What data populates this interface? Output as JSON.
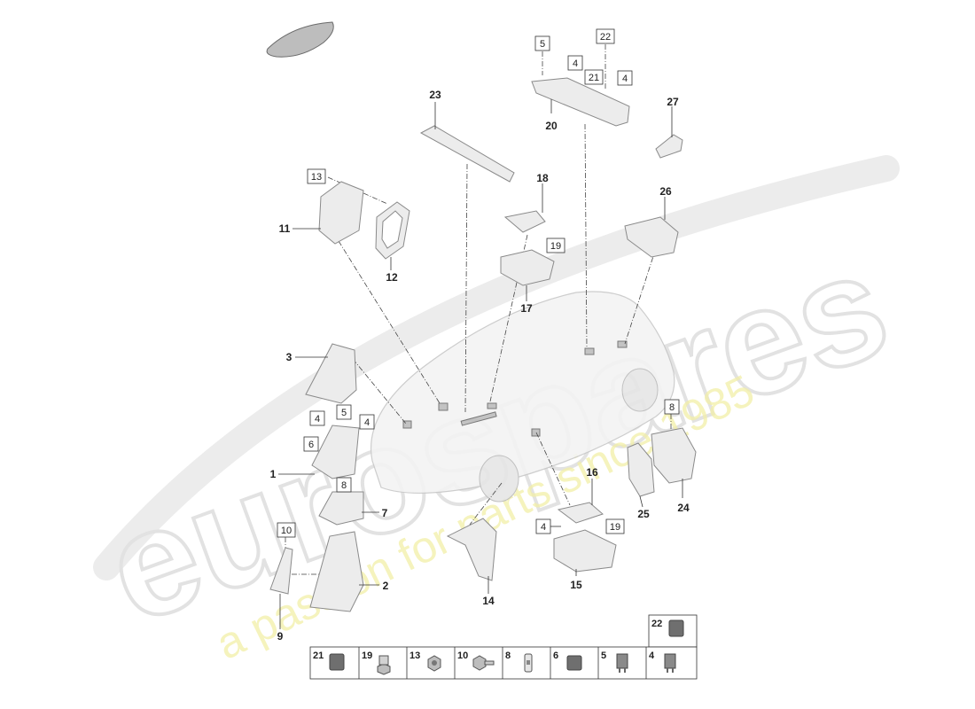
{
  "watermark": {
    "brand": "eurospares",
    "tagline": "a passion for parts since 1985"
  },
  "callouts": {
    "c23": "23",
    "c20": "20",
    "c27": "27",
    "c11": "11",
    "c12": "12",
    "c18": "18",
    "c26": "26",
    "c17": "17",
    "c3": "3",
    "c1": "1",
    "c7": "7",
    "c2": "2",
    "c9": "9",
    "c14": "14",
    "c16": "16",
    "c15": "15",
    "c25": "25",
    "c24": "24"
  },
  "boxed_refs": {
    "b5_top": "5",
    "b22_top": "22",
    "b4_top_a": "4",
    "b21_top": "21",
    "b4_top_b": "4",
    "b13": "13",
    "b19_mid": "19",
    "b4_left": "4",
    "b5_left": "5",
    "b4_left_b": "4",
    "b6": "6",
    "b8_left": "8",
    "b10": "10",
    "b8_right": "8",
    "b4_bottom": "4",
    "b19_bottom": "19"
  },
  "legend": {
    "top": {
      "num": "22"
    },
    "cells": [
      {
        "num": "21",
        "icon": "relay-icon"
      },
      {
        "num": "19",
        "icon": "nut-icon"
      },
      {
        "num": "13",
        "icon": "nut-icon"
      },
      {
        "num": "10",
        "icon": "bolt-icon"
      },
      {
        "num": "8",
        "icon": "fuse-icon"
      },
      {
        "num": "6",
        "icon": "relay-icon"
      },
      {
        "num": "5",
        "icon": "fuse-icon"
      },
      {
        "num": "4",
        "icon": "fuse-icon"
      }
    ]
  }
}
